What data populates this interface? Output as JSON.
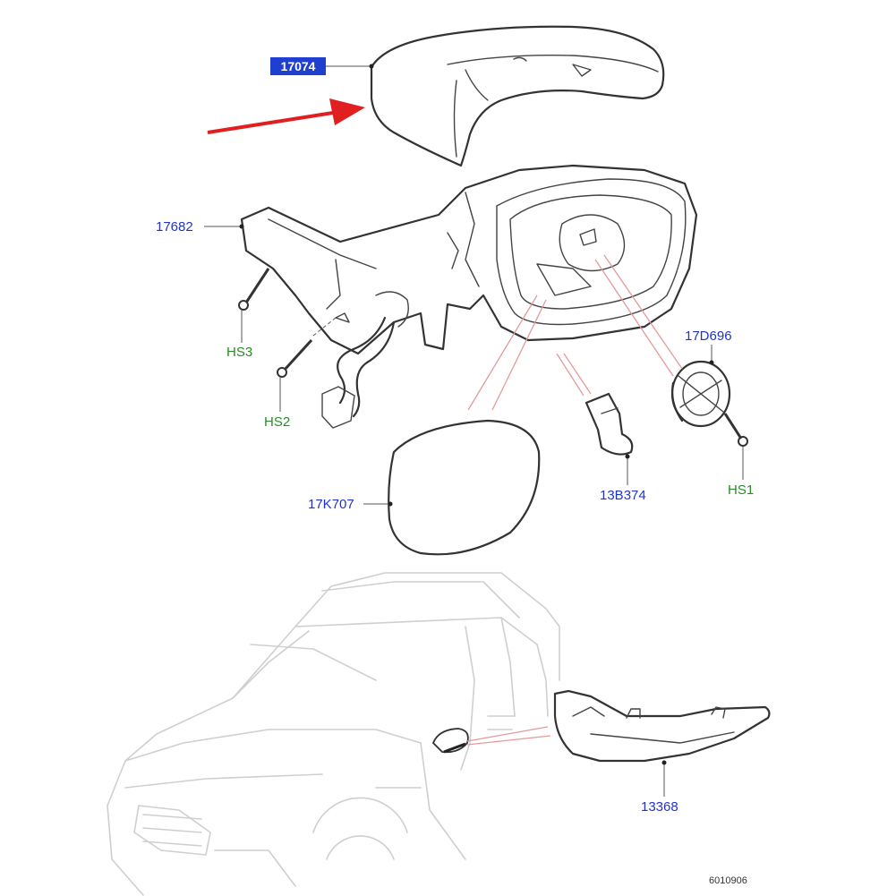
{
  "parts": {
    "mirror_cover": "17074",
    "mirror_base": "17682",
    "screw_hs3": "HS3",
    "screw_hs2": "HS2",
    "actuator": "17D696",
    "glass": "17K707",
    "clip": "13B374",
    "screw_hs1": "HS1",
    "indicator_lamp": "13368"
  },
  "reference": {
    "line1": "6010906",
    "line2": "..."
  },
  "colors": {
    "part_label": "#2233cc",
    "fastener_label": "#2a8a2a",
    "highlight_box": "#1f3fd1",
    "arrow": "#e02020",
    "callout_line": "#e59a9a"
  },
  "icons": {
    "arrow": "red-pointer-arrow"
  }
}
